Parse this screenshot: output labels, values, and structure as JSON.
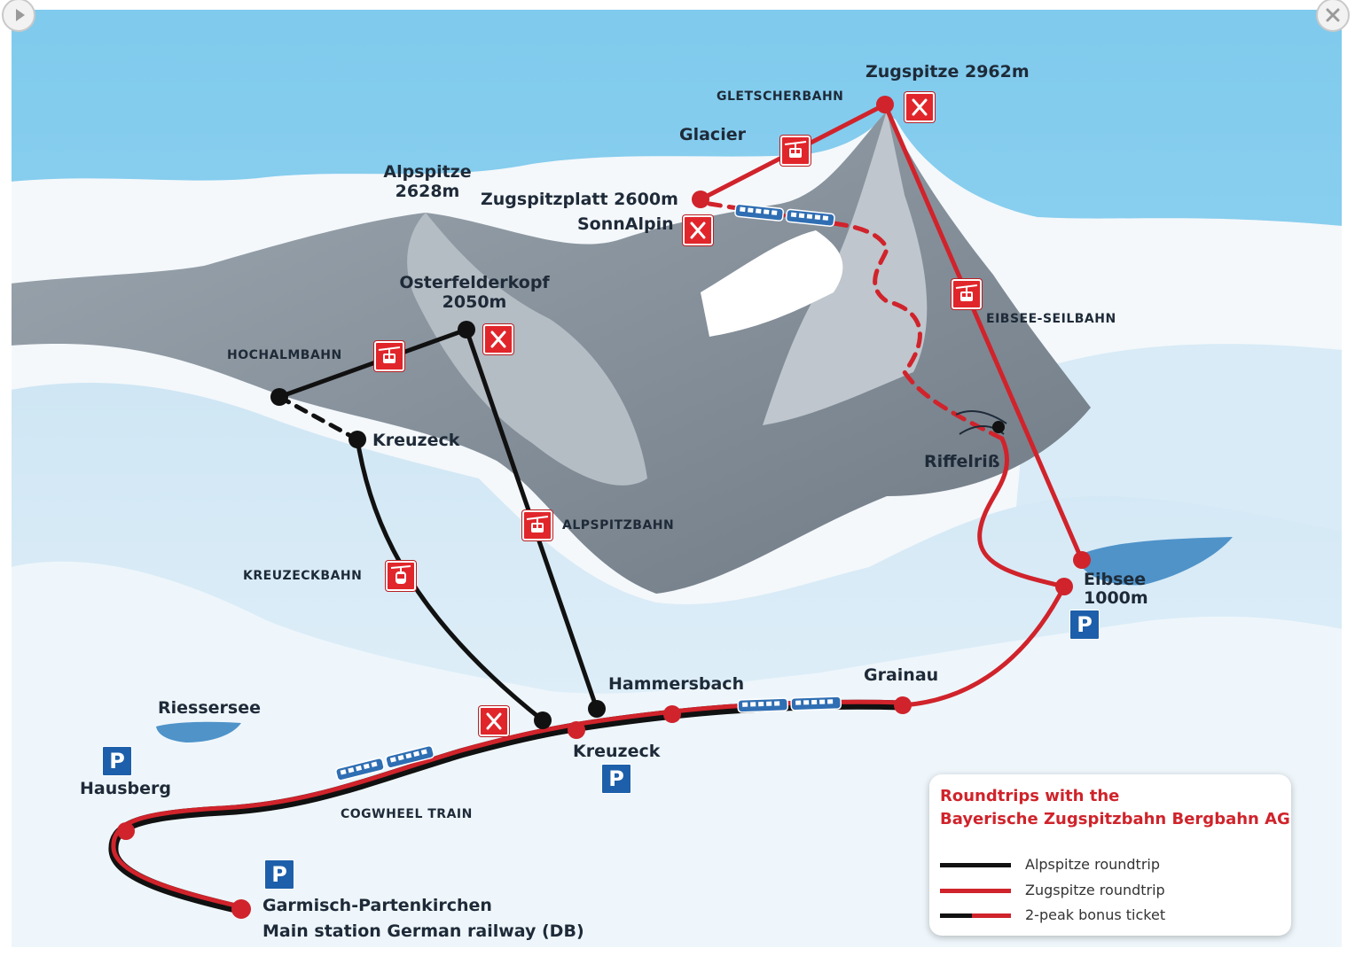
{
  "places": {
    "zugspitze": "Zugspitze 2962m",
    "gletscherbahn": "GLETSCHERBAHN",
    "glacier": "Glacier",
    "alpspitze_name": "Alpspitze",
    "alpspitze_alt": "2628m",
    "zugspitzplatt": "Zugspitzplatt 2600m",
    "sonnalpin": "SonnAlpin",
    "osterfelderkopf_name": "Osterfelderkopf",
    "osterfelderkopf_alt": "2050m",
    "hochalmbahn": "HOCHALMBAHN",
    "kreuzeck_top": "Kreuzeck",
    "eibsee_seilbahn": "EIBSEE-SEILBAHN",
    "riffelriss": "Riffelriß",
    "alpspitzbahn": "ALPSPITZBAHN",
    "kreuzeckbahn": "KREUZECKBAHN",
    "eibsee_name": "Eibsee",
    "eibsee_alt": "1000m",
    "grainau": "Grainau",
    "hammersbach": "Hammersbach",
    "riessersee": "Riessersee",
    "kreuzeck_station": "Kreuzeck",
    "hausberg": "Hausberg",
    "cogwheel": "COGWHEEL TRAIN",
    "garmisch_line1": "Garmisch-Partenkirchen",
    "garmisch_line2": "Main station German railway (DB)"
  },
  "parking_label": "P",
  "legend": {
    "title_line1": "Roundtrips with the",
    "title_line2": "Bayerische Zugspitzbahn Bergbahn AG",
    "items": [
      {
        "label": "Alpspitze roundtrip",
        "color": "#111111"
      },
      {
        "label": "Zugspitze roundtrip",
        "color": "#d0232b"
      },
      {
        "label": "2-peak bonus ticket",
        "color": "split"
      }
    ]
  },
  "colors": {
    "alpspitze_route": "#111111",
    "zugspitze_route": "#d0232b",
    "sky": "#86cdee",
    "parking": "#1d5faa"
  },
  "icons": {
    "cable_car": "cable-car-icon",
    "restaurant": "restaurant-icon",
    "parking": "parking-icon",
    "train": "cogwheel-train-icon",
    "play": "play-icon",
    "close": "close-icon"
  }
}
